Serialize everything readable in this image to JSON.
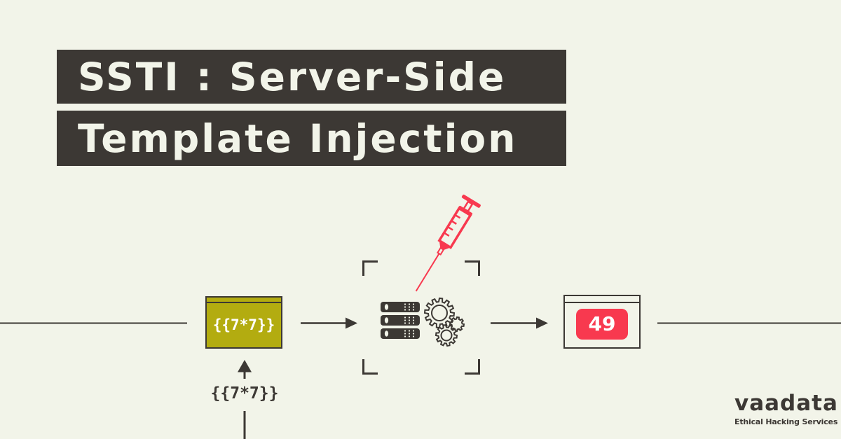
{
  "colors": {
    "background": "#f2f4e9",
    "ink": "#3c3834",
    "olive": "#b3ac10",
    "red": "#f8394f",
    "white": "#ffffff"
  },
  "title": {
    "line1": "SSTI : Server-Side",
    "line2": "Template Injection"
  },
  "diagram": {
    "terminal_payload": "{{7*7}}",
    "payload_input": "{{7*7}}",
    "browser_result": "49"
  },
  "branding": {
    "logo_text": "vaadata",
    "tagline": "Ethical Hacking Services"
  }
}
